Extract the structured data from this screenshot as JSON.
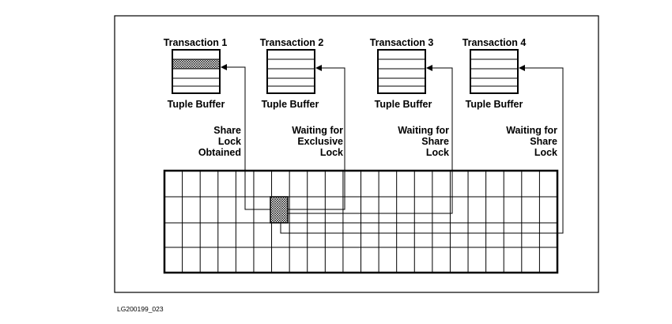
{
  "transactions": [
    {
      "title": "Transaction 1",
      "buffer_label": "Tuple Buffer",
      "status": [
        "Share",
        "Lock",
        "Obtained"
      ]
    },
    {
      "title": "Transaction 2",
      "buffer_label": "Tuple Buffer",
      "status": [
        "Waiting for",
        "Exclusive",
        "Lock"
      ]
    },
    {
      "title": "Transaction 3",
      "buffer_label": "Tuple Buffer",
      "status": [
        "Waiting for",
        "Share",
        "Lock"
      ]
    },
    {
      "title": "Transaction 4",
      "buffer_label": "Tuple Buffer",
      "status": [
        "Waiting for",
        "Share",
        "Lock"
      ]
    }
  ],
  "figure_id": "LG200199_023"
}
